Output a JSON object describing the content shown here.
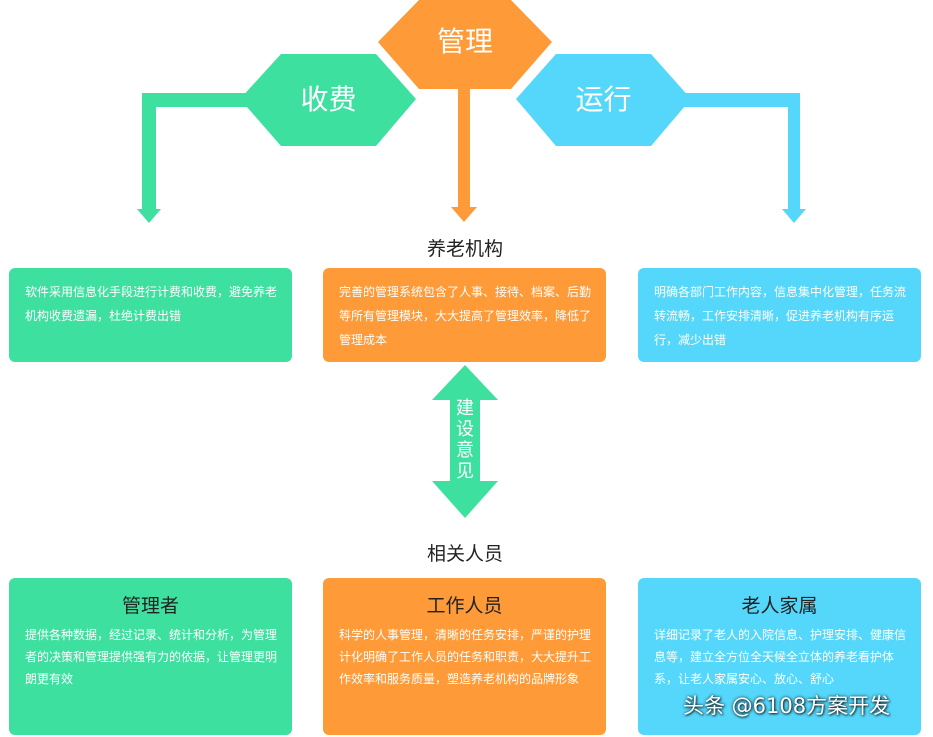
{
  "hexagons": {
    "management": {
      "label": "管理",
      "color": "#fe9a38"
    },
    "billing": {
      "label": "收费",
      "color": "#3ee0a0"
    },
    "operation": {
      "label": "运行",
      "color": "#55d7fb"
    }
  },
  "institution": {
    "title": "养老机构",
    "boxes": [
      {
        "text": "软件采用信息化手段进行计费和收费，避免养老机构收费遗漏，杜绝计费出错",
        "color": "#3ee0a0"
      },
      {
        "text": "完善的管理系统包含了人事、接待、档案、后勤等所有管理模块，大大提高了管理效率，降低了管理成本",
        "color": "#fe9a38"
      },
      {
        "text": "明确各部门工作内容，信息集中化管理，任务流转流畅，工作安排清晰，促进养老机构有序运行，减少出错",
        "color": "#55d7fb"
      }
    ]
  },
  "feedback_arrow": {
    "label": "建设意见",
    "color": "#3ee0a0"
  },
  "personnel": {
    "title": "相关人员",
    "cards": [
      {
        "title": "管理者",
        "text": "提供各种数据，经过记录、统计和分析，为管理者的决策和管理提供强有力的依据，让管理更明朗更有效",
        "color": "#3ee0a0"
      },
      {
        "title": "工作人员",
        "text": "科学的人事管理，清晰的任务安排，严谨的护理计化明确了工作人员的任务和职责，大大提升工作效率和服务质量，塑造养老机构的品牌形象",
        "color": "#fe9a38"
      },
      {
        "title": "老人家属",
        "text": "详细记录了老人的入院信息、护理安排、健康信息等，建立全方位全天候全立体的养老看护体系，让老人家属安心、放心、舒心",
        "color": "#55d7fb"
      }
    ]
  },
  "watermark": "头条 @6108方案开发"
}
